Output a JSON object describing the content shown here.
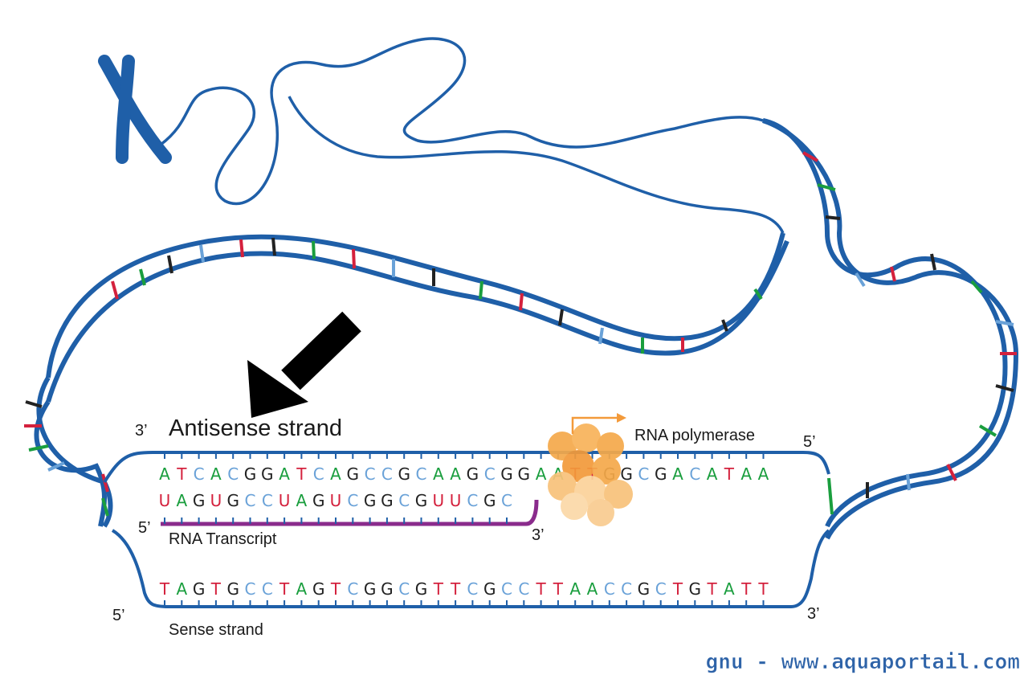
{
  "labels": {
    "antisense_title": "Antisense strand",
    "rna_polymerase": "RNA polymerase",
    "rna_transcript": "RNA Transcript",
    "sense_strand": "Sense strand",
    "watermark": "gnu - www.aquaportail.com"
  },
  "ends": {
    "antisense_left": "3’",
    "antisense_right": "5’",
    "transcript_left": "5’",
    "transcript_right": "3’",
    "sense_left": "5’",
    "sense_right": "3’"
  },
  "sequences": {
    "antisense": "ATCACGGATCAGCCGCAAGCGGAATTGGCGACATAA",
    "transcript": "UAGUGCCUAGUCGGCGUUCGC",
    "sense": "TAGTGCCTAGTCGGCGTTCGCCTTAACCGCTGTATT"
  },
  "colors": {
    "backbone": "#1f5fa8",
    "transcript_line": "#8a2b8c",
    "polymerase": "#f5a94a",
    "arrow": "#000000",
    "watermark": "#2e63a8",
    "base_colors": {
      "A": "#1a9e3e",
      "T": "#d4213d",
      "U": "#d4213d",
      "C": "#6aa2d8",
      "G": "#222222"
    }
  }
}
